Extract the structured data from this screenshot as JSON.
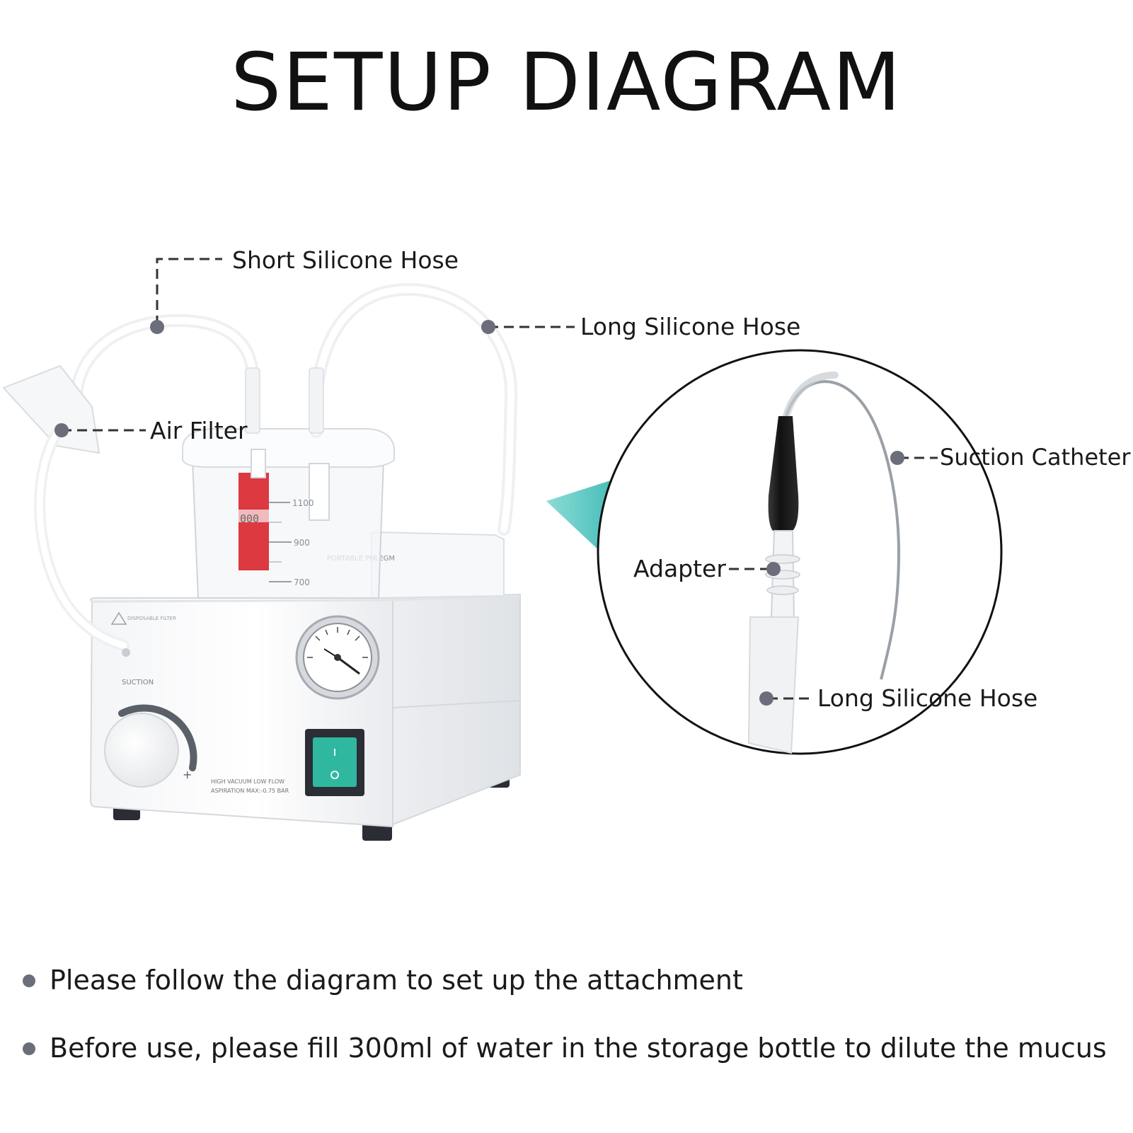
{
  "title": "SETUP DIAGRAM",
  "labels": {
    "short_hose": "Short Silicone Hose",
    "long_hose_top": "Long Silicone Hose",
    "air_filter": "Air Filter",
    "suction_catheter": "Suction Catheter",
    "adapter": "Adapter",
    "long_hose_inset": "Long Silicone Hose"
  },
  "device": {
    "jar_marks": [
      "1100",
      "900",
      "700"
    ],
    "jar_tag": "000",
    "panel_text": "PORTABLE PHLEGM",
    "filter_warning": "DISPOSABLE FILTER",
    "suction_label": "SUCTION",
    "plus_sign": "+",
    "spec_line1": "HIGH VACUUM LOW FLOW",
    "spec_line2": "ASPIRATION MAX:-0.75 BAR"
  },
  "bullets": [
    "Please follow the diagram to set up the attachment",
    "Before use, please fill 300ml of water in the storage bottle to dilute the mucus"
  ],
  "colors": {
    "callout_dot": "#6b6e7a",
    "switch_green": "#2fb7a0",
    "jar_red": "#d8242b",
    "pointer_teal": "#2bb3ad"
  }
}
